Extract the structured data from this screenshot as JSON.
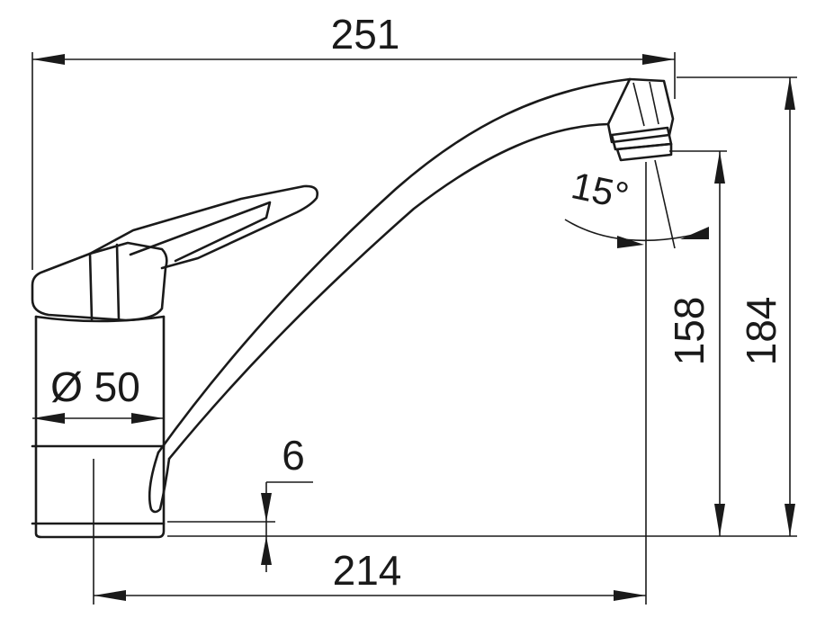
{
  "dimensions": {
    "overall_width": "251",
    "spout_reach": "214",
    "overall_height": "184",
    "outlet_height": "158",
    "base_diameter": "Ø 50",
    "base_gap": "6",
    "aerator_angle": "15°"
  }
}
